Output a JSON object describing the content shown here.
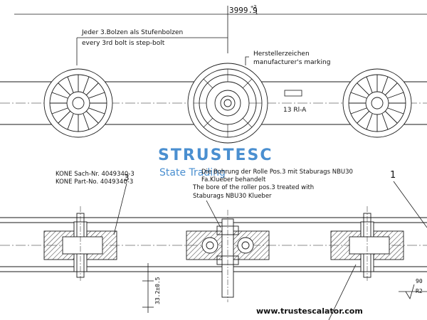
{
  "drawing": {
    "top_dimension": "3999.9",
    "top_dimension_tol": "+2",
    "top_dimension_tol2": "-1",
    "note_de": "Jeder 3.Bolzen als Stufenbolzen",
    "note_en": "every 3rd bolt is step-bolt",
    "marking_de": "Herstellerzeichen",
    "marking_en": "manufacturer's marking",
    "marking_code": "13 Rl-A",
    "kone_sach": "KONE Sach-Nr. 4049340-3",
    "kone_part": "KONE Part-No. 4049340-3",
    "callout_3": "3",
    "callout_1": "1",
    "bore_de_1": "Die Bohrung der Rolle Pos.3 mit Staburags NBU30",
    "bore_de_2": "Fa.Klueber behandelt",
    "bore_en_1": "The bore of the roller pos.3 treated with",
    "bore_en_2": "Staburags NBU30 Klueber",
    "side_dimension": "33.2±0.5",
    "right_dim_a": "90",
    "right_dim_b": "R2"
  },
  "watermark": {
    "brand": "STRUSTESC",
    "tagline": "State Trading",
    "website": "www.trustescalator.com"
  },
  "colors": {
    "line": "#1a1a1a",
    "brand_blue": "#4a8fd0",
    "hatch": "#333333"
  }
}
